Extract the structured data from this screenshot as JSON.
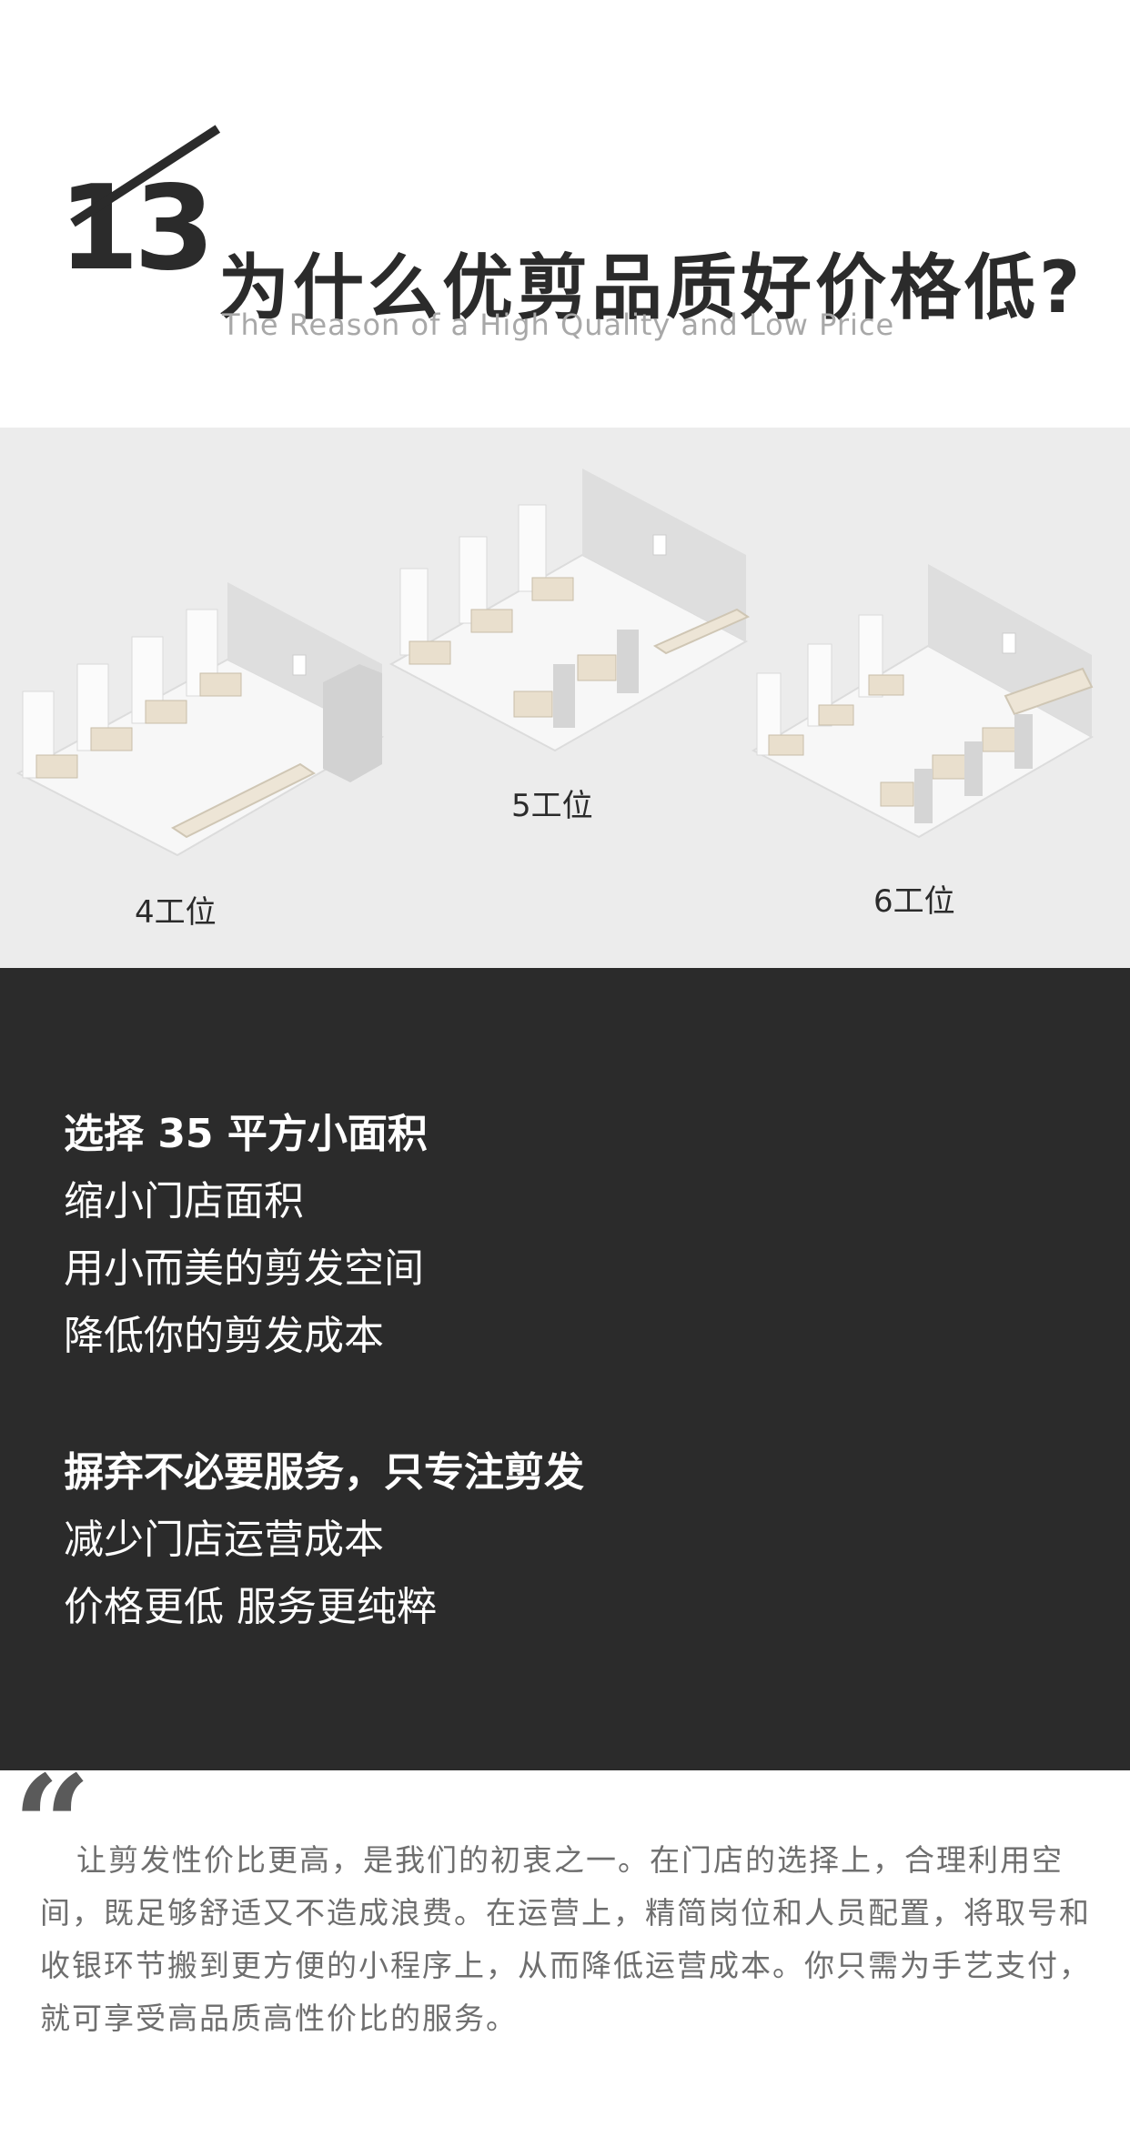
{
  "header": {
    "number": "13",
    "title": "为什么优剪品质好价格低?",
    "subtitle": "The Reason of a High Quality and Low Price"
  },
  "layouts": {
    "items": [
      {
        "label": "4工位"
      },
      {
        "label": "5工位"
      },
      {
        "label": "6工位"
      }
    ]
  },
  "points": {
    "group1": {
      "heading": "选择 35 平方小面积",
      "lines": [
        "缩小门店面积",
        "用小而美的剪发空间",
        "降低你的剪发成本"
      ]
    },
    "group2": {
      "heading": "摒弃不必要服务，只专注剪发",
      "lines": [
        "减少门店运营成本",
        "价格更低 服务更纯粹"
      ]
    }
  },
  "quote": {
    "mark": "“",
    "text": "让剪发性价比更高，是我们的初衷之一。在门店的选择上，合理利用空间，既足够舒适又不造成浪费。在运营上，精简岗位和人员配置，将取号和收银环节搬到更方便的小程序上，从而降低运营成本。你只需为手艺支付，就可享受高品质高性价比的服务。"
  }
}
